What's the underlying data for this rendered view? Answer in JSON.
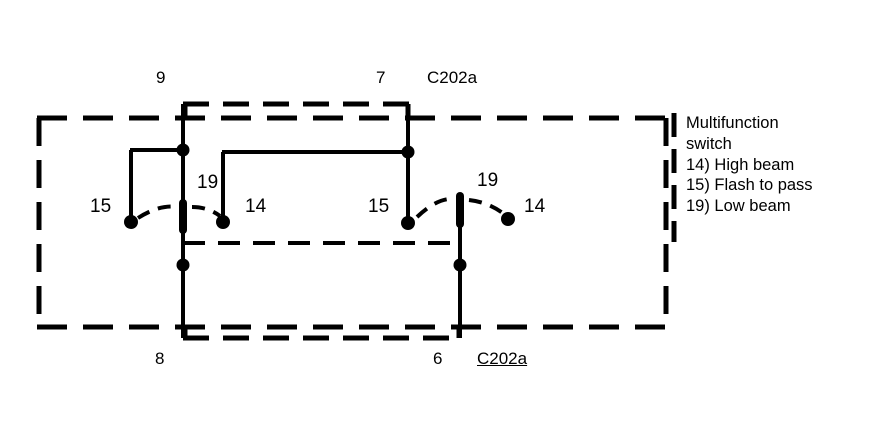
{
  "diagram": {
    "title_labels": {
      "top_connector": "C202a",
      "bottom_connector": "C202a"
    },
    "pin_labels": {
      "top_left": "9",
      "top_right": "7",
      "bottom_left": "8",
      "bottom_right": "6"
    },
    "terminal_labels": {
      "left_switch_flash": "15",
      "left_switch_low": "19",
      "left_switch_high": "14",
      "right_switch_flash": "15",
      "right_switch_low": "19",
      "right_switch_high": "14"
    },
    "legend": {
      "lines": [
        "Multifunction",
        "switch",
        "14) High beam",
        "15) Flash to pass",
        "19) Low beam"
      ]
    },
    "colors": {
      "stroke": "#000000",
      "background": "#ffffff"
    }
  }
}
